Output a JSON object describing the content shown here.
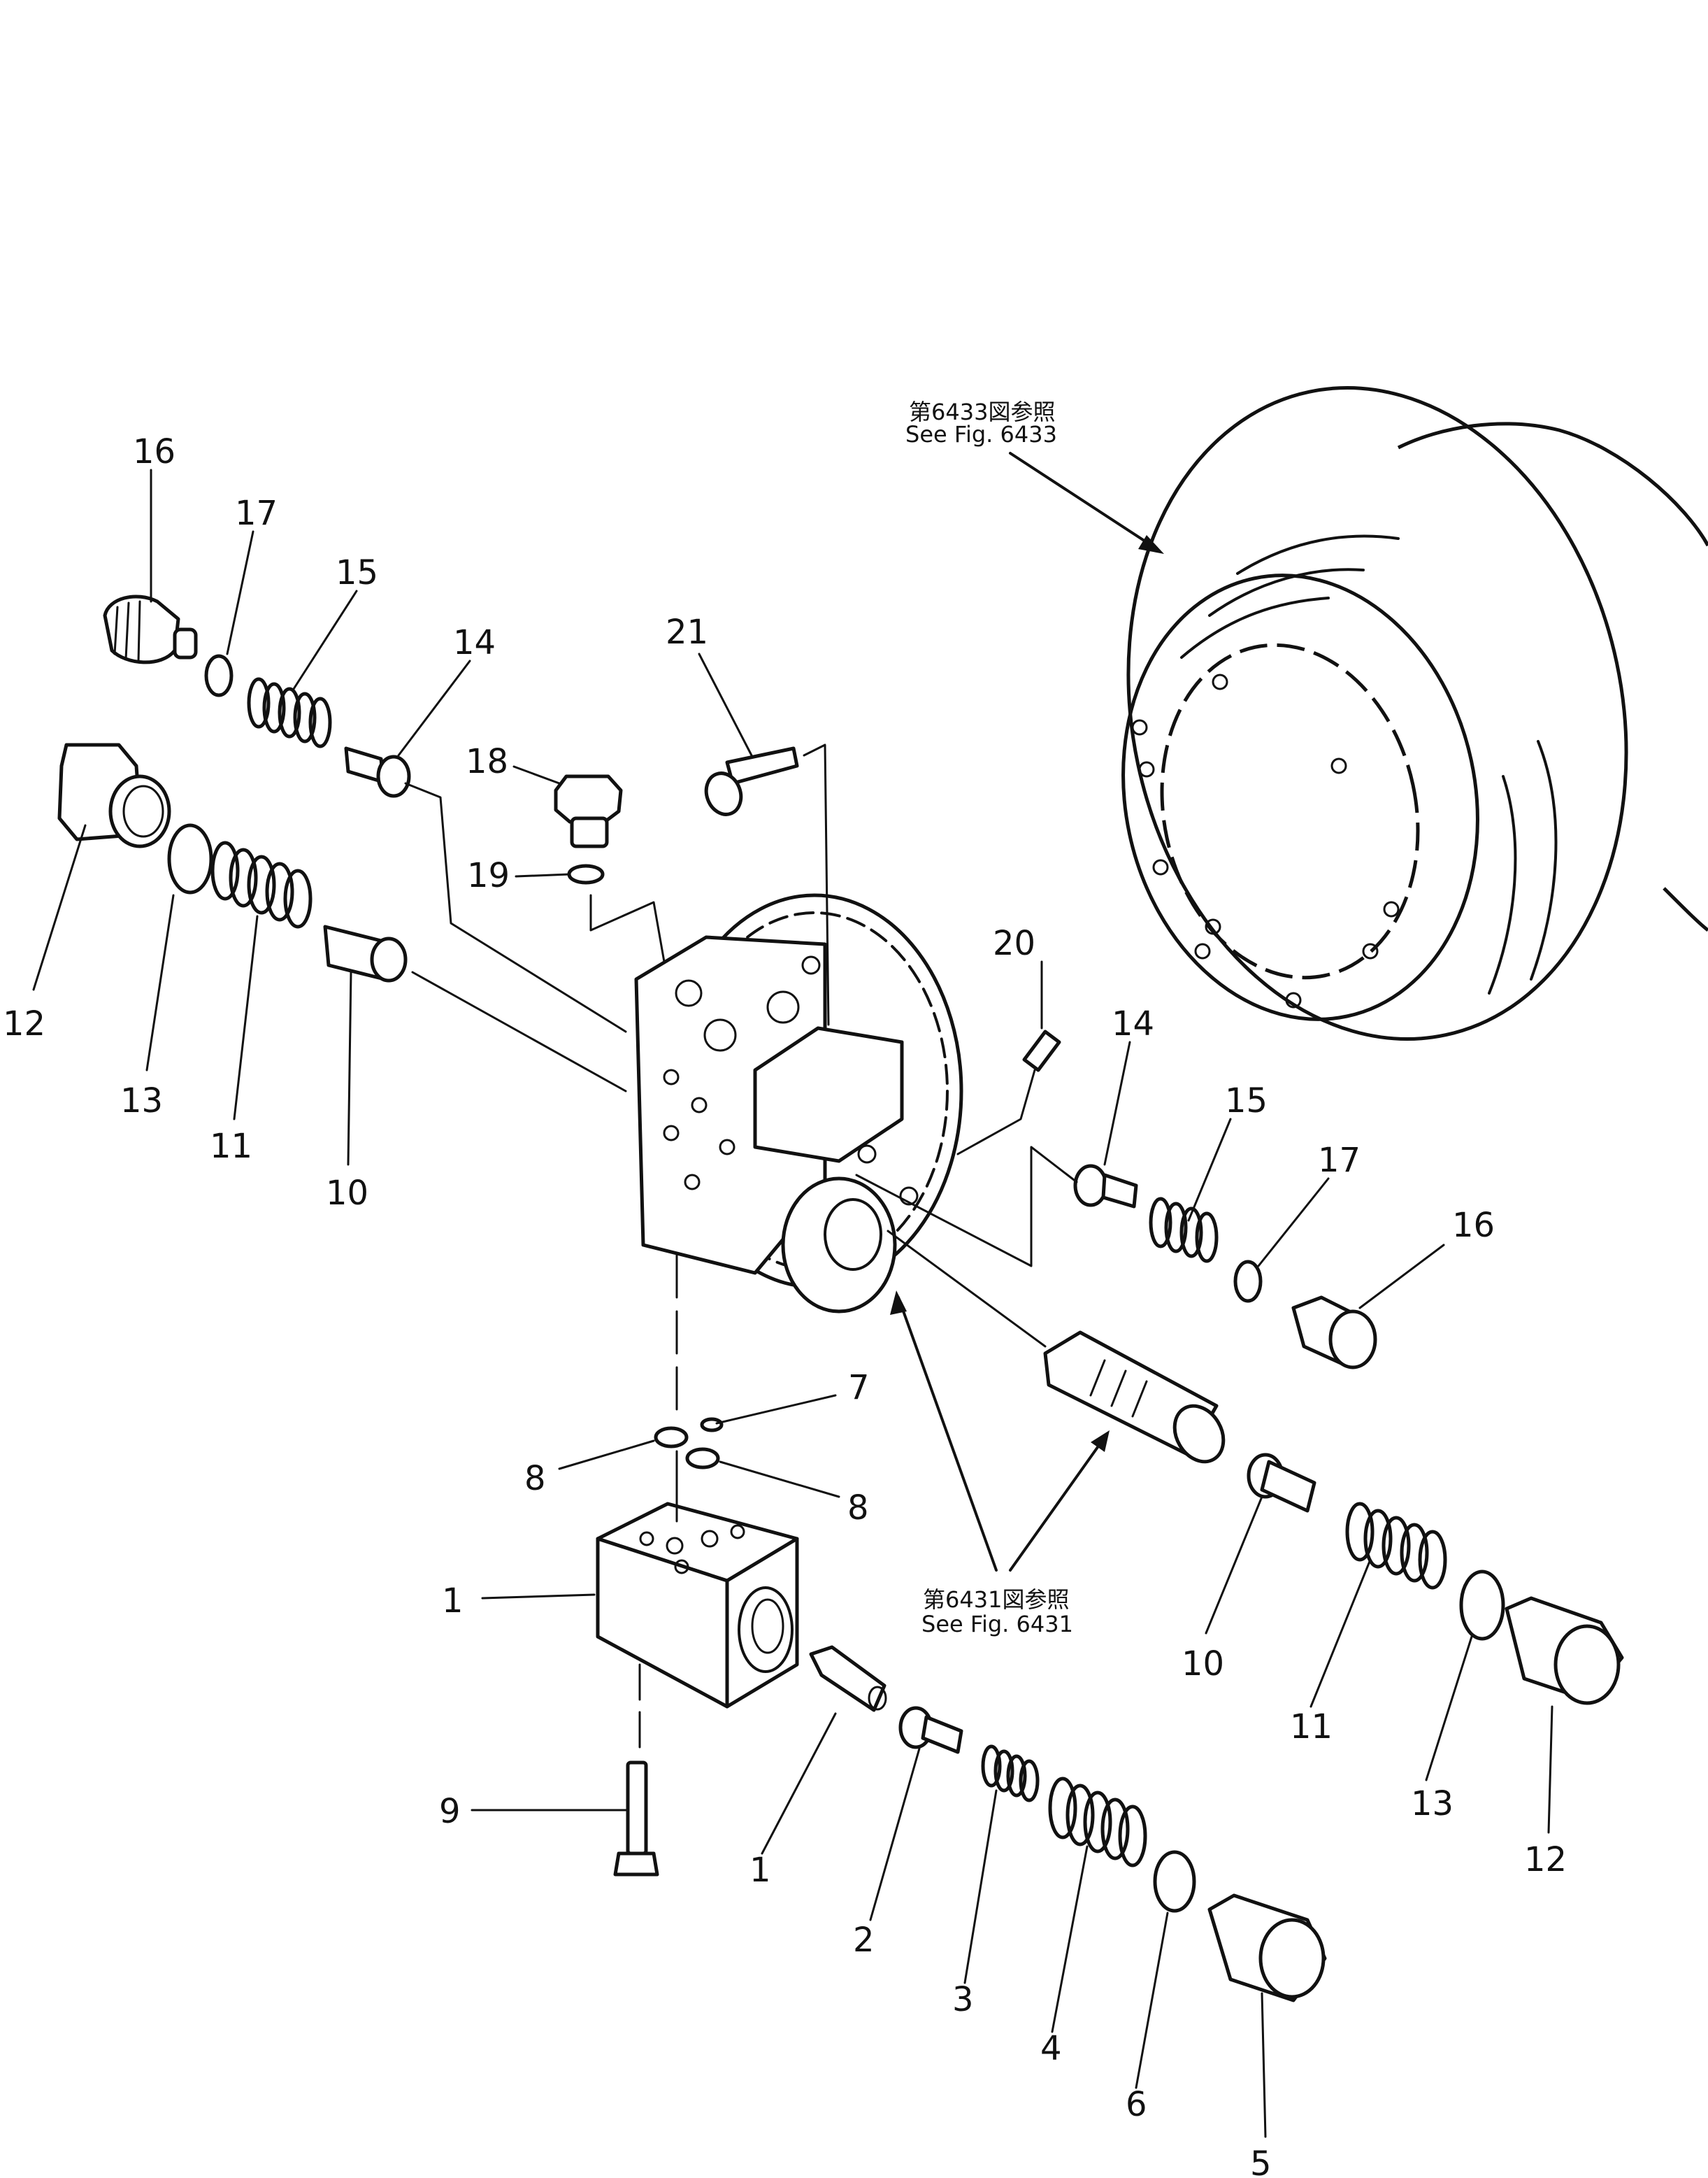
{
  "references": [
    {
      "line1": "第6433図参照",
      "line2": "See Fig. 6433"
    },
    {
      "line1": "第6431図参照",
      "line2": "See Fig. 6431"
    }
  ],
  "callouts": {
    "c1a": "1",
    "c1b": "1",
    "c2": "2",
    "c3": "3",
    "c4": "4",
    "c5": "5",
    "c6": "6",
    "c7": "7",
    "c8a": "8",
    "c8b": "8",
    "c9": "9",
    "c10a": "10",
    "c10b": "10",
    "c11a": "11",
    "c11b": "11",
    "c12a": "12",
    "c12b": "12",
    "c13a": "13",
    "c13b": "13",
    "c14a": "14",
    "c14b": "14",
    "c15a": "15",
    "c15b": "15",
    "c16a": "16",
    "c16b": "16",
    "c17a": "17",
    "c17b": "17",
    "c18": "18",
    "c19": "19",
    "c20": "20",
    "c21": "21"
  }
}
